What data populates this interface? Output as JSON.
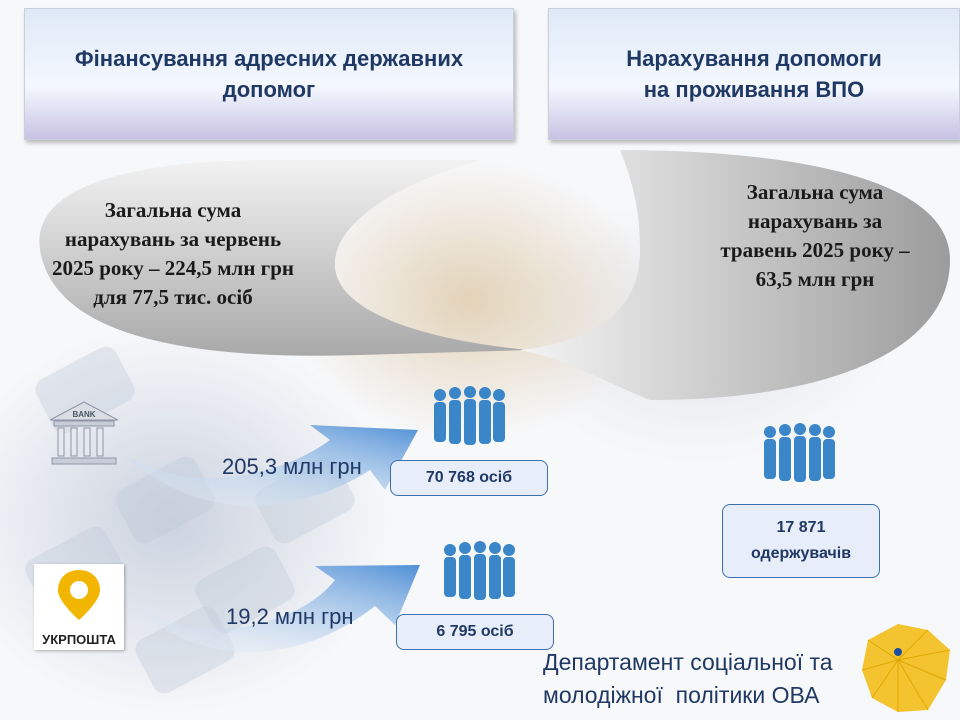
{
  "header_left": {
    "title": "Фінансування адресних державних\nдопомог"
  },
  "header_right": {
    "title": "Нарахування допомоги\nна проживання ВПО"
  },
  "bubble_left": {
    "text": "Загальна сума\nнарахувань за червень\n2025 року – 224,5 млн грн\nдля 77,5 тис. осіб"
  },
  "bubble_right": {
    "text": "Загальна сума\nнарахувань за\nтравень 2025 року –\n63,5 млн грн"
  },
  "bank": {
    "label": "BANK",
    "amount": "205,3 млн  грн",
    "recipients": "70 768 осіб"
  },
  "ukrposhta": {
    "label": "УКРПОШТА",
    "amount": "19,2 млн  грн",
    "recipients": "6 795 осіб"
  },
  "vpo": {
    "recipients": "17 871\nодержувачів"
  },
  "footer": {
    "department": "Департамент соціальної та\nмолодіжної  політики ОВА"
  },
  "colors": {
    "accent": "#1f3864",
    "people": "#3a86c8",
    "arrow": "#5b9bd5",
    "pin": "#f2b600"
  }
}
